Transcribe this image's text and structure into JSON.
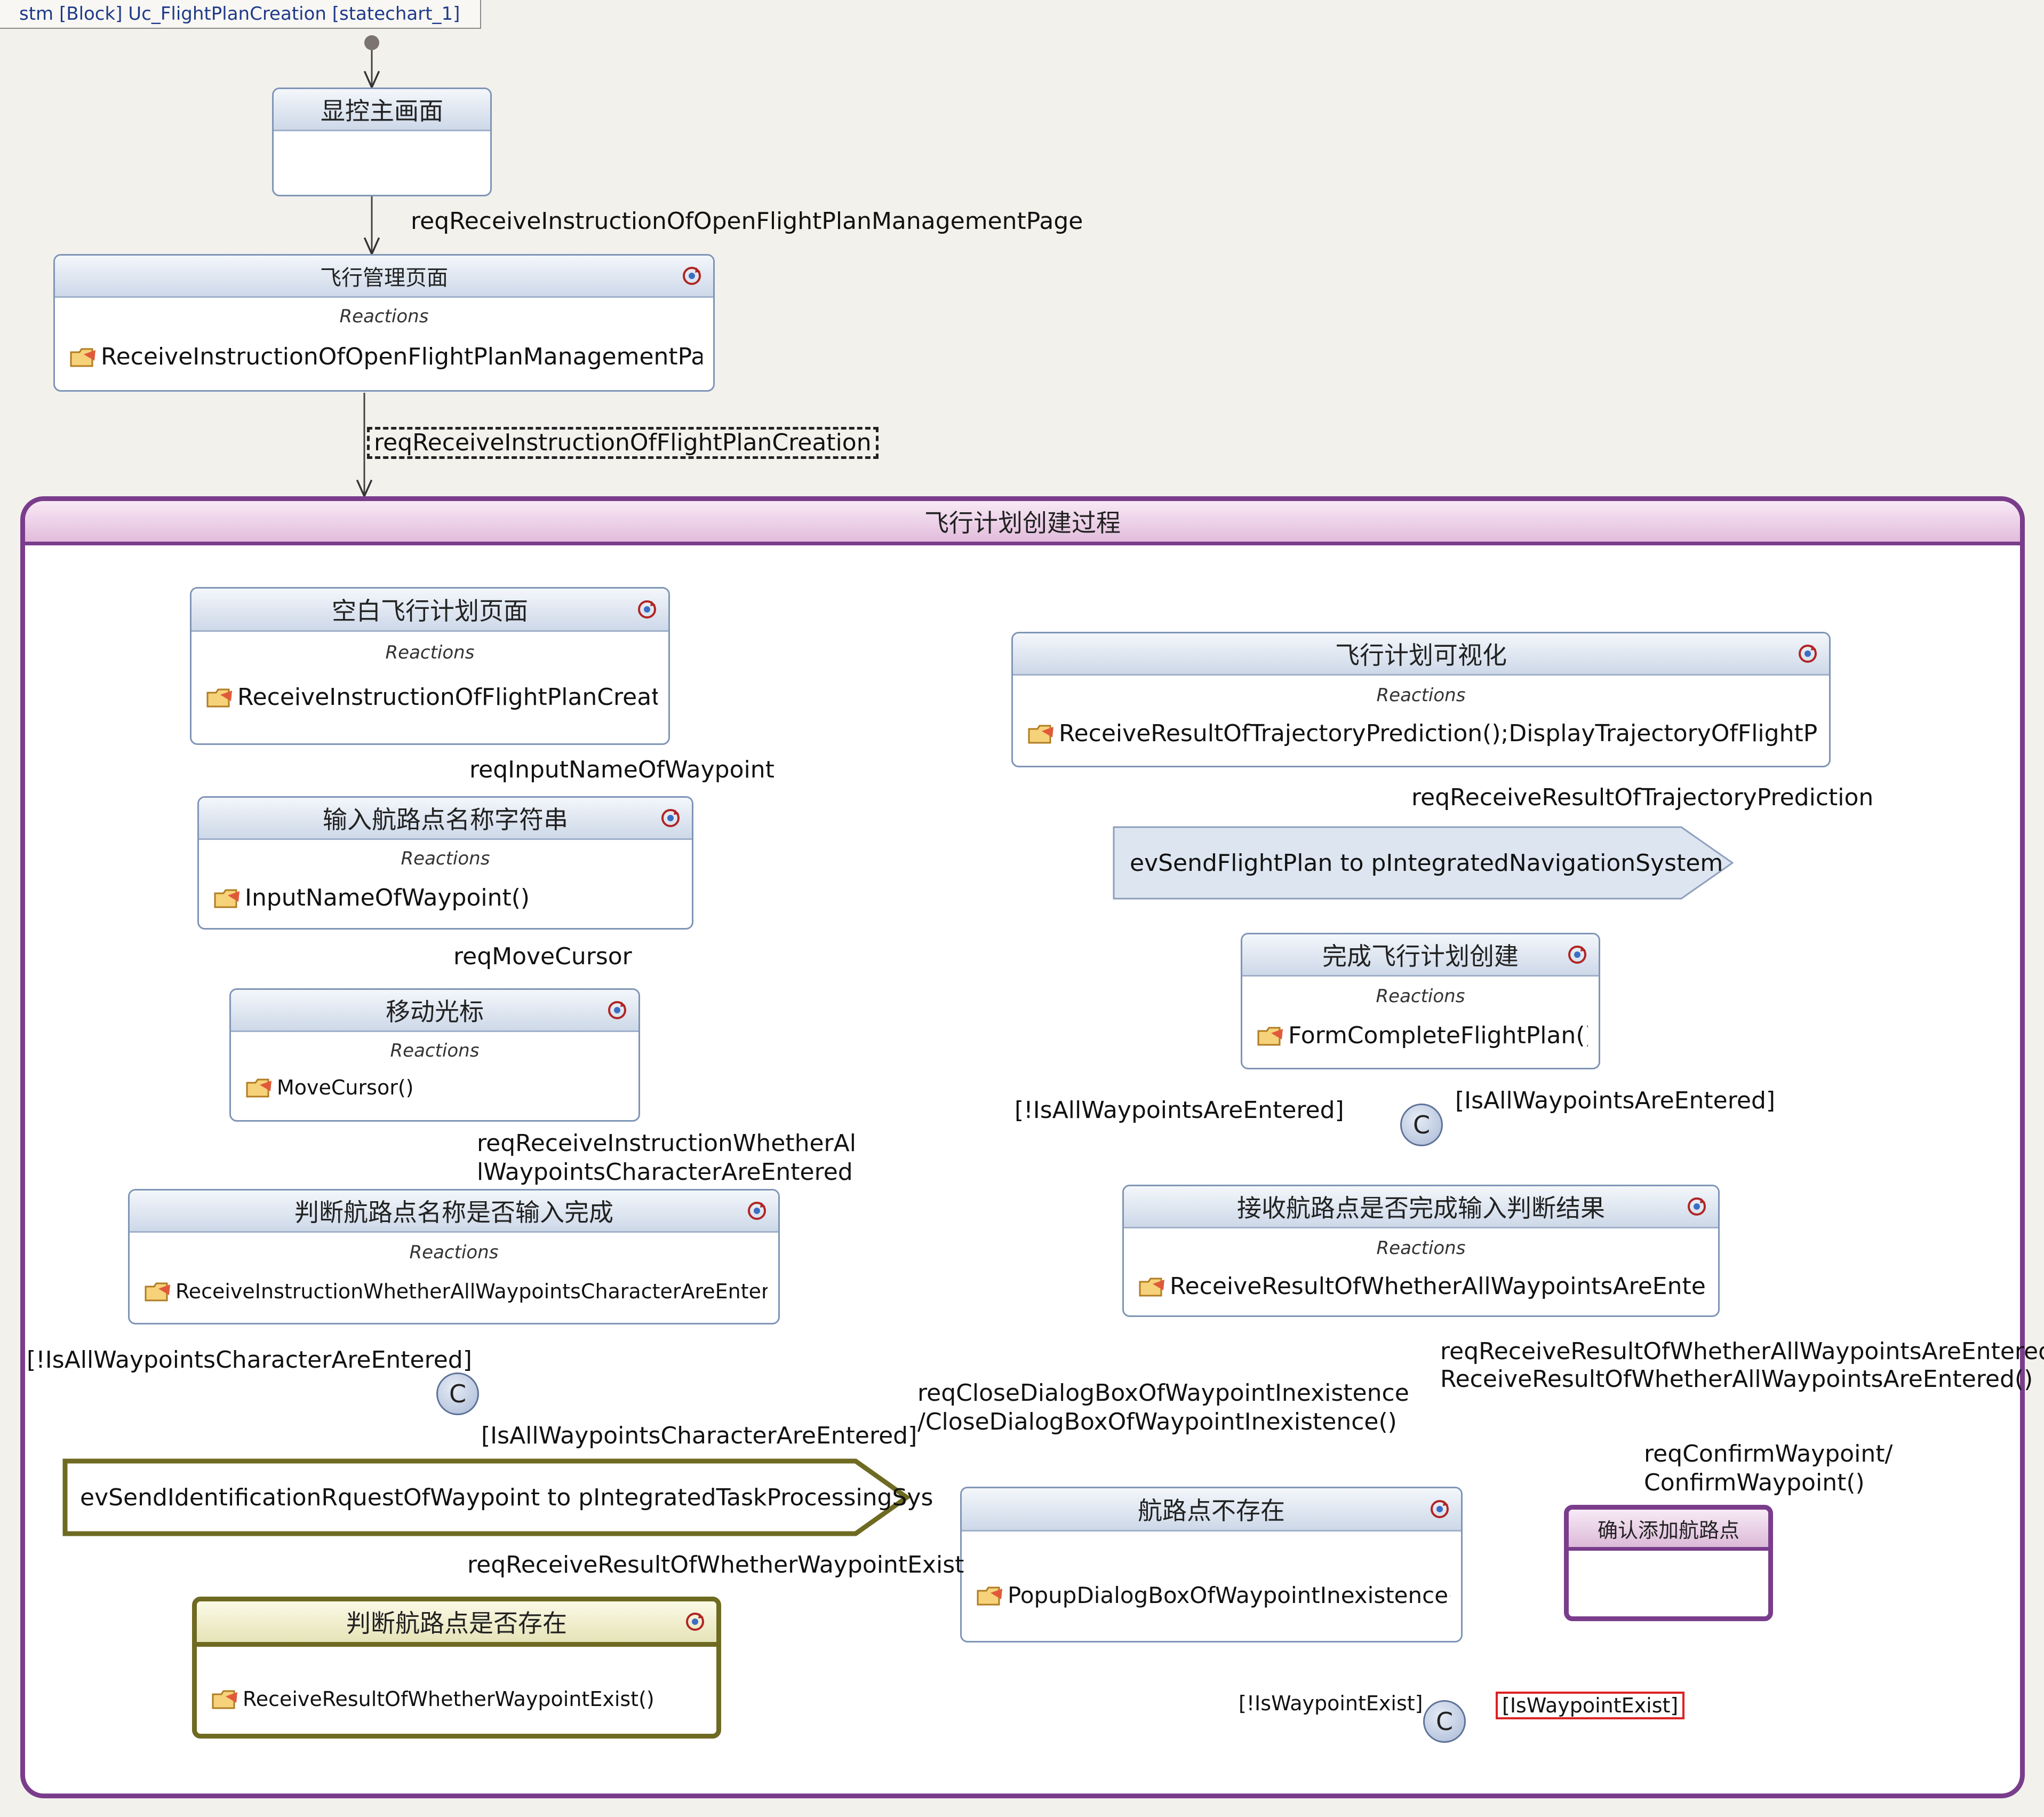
{
  "frame": {
    "title": "stm [Block] Uc_FlightPlanCreation [statechart_1]"
  },
  "states": {
    "main_screen": {
      "name": "显控主画面"
    },
    "flight_mgmt": {
      "name": "飞行管理页面",
      "reactions_label": "Reactions",
      "action": "ReceiveInstructionOfOpenFlightPlanManagementPage()"
    },
    "composite": {
      "name": "飞行计划创建过程"
    },
    "blank_plan": {
      "name": "空白飞行计划页面",
      "reactions_label": "Reactions",
      "action": "ReceiveInstructionOfFlightPlanCreati..."
    },
    "input_name": {
      "name": "输入航路点名称字符串",
      "reactions_label": "Reactions",
      "action": "InputNameOfWaypoint()"
    },
    "move_cursor": {
      "name": "移动光标",
      "reactions_label": "Reactions",
      "action": "MoveCursor()"
    },
    "judge_name": {
      "name": "判断航路点名称是否输入完成",
      "reactions_label": "Reactions",
      "action": "ReceiveInstructionWhetherAllWaypointsCharacterAreEntered()"
    },
    "judge_exist": {
      "name": "判断航路点是否存在",
      "action": "ReceiveResultOfWhetherWaypointExist()"
    },
    "not_exist": {
      "name": "航路点不存在",
      "action": "PopupDialogBoxOfWaypointInexistence()"
    },
    "confirm_add": {
      "name": "确认添加航路点"
    },
    "receive_result": {
      "name": "接收航路点是否完成输入判断结果",
      "reactions_label": "Reactions",
      "action": "ReceiveResultOfWhetherAllWaypointsAreEntere..."
    },
    "complete_plan": {
      "name": "完成飞行计划创建",
      "reactions_label": "Reactions",
      "action": "FormCompleteFlightPlan()"
    },
    "visualize": {
      "name": "飞行计划可视化",
      "reactions_label": "Reactions",
      "action": "ReceiveResultOfTrajectoryPrediction();DisplayTrajectoryOfFlightPlan()"
    }
  },
  "signals": {
    "send_plan": "evSendFlightPlan to pIntegratedNavigationSystem",
    "send_ident": "evSendIdentificationRquestOfWaypoint to pIntegratedTaskProcessingSys"
  },
  "connectors": {
    "label": "C"
  },
  "transitions": {
    "open_mgmt": "reqReceiveInstructionOfOpenFlightPlanManagementPage",
    "plan_creation": "reqReceiveInstructionOfFlightPlanCreation",
    "input_name": "reqInputNameOfWaypoint",
    "move_cursor": "reqMoveCursor",
    "whether_all_1": "reqReceiveInstructionWhetherAl",
    "whether_all_2": "lWaypointsCharacterAreEntered",
    "not_all_char": "[!IsAllWaypointsCharacterAreEntered]",
    "all_char": "[IsAllWaypointsCharacterAreEntered]",
    "result_exist": "reqReceiveResultOfWhetherWaypointExist",
    "not_exist_guard": "[!IsWaypointExist]",
    "exist_guard": "[IsWaypointExist]",
    "close_dialog_1": "reqCloseDialogBoxOfWaypointInexistence",
    "close_dialog_2": "/CloseDialogBoxOfWaypointInexistence()",
    "confirm_1": "reqConfirmWaypoint/",
    "confirm_2": "ConfirmWaypoint()",
    "result_all_1": "reqReceiveResultOfWhetherAllWaypointsAreEntered/",
    "result_all_2": "ReceiveResultOfWhetherAllWaypointsAreEntered()",
    "not_all_wp": "[!IsAllWaypointsAreEntered]",
    "all_wp": "[IsAllWaypointsAreEntered]",
    "trajectory": "reqReceiveResultOfTrajectoryPrediction"
  }
}
